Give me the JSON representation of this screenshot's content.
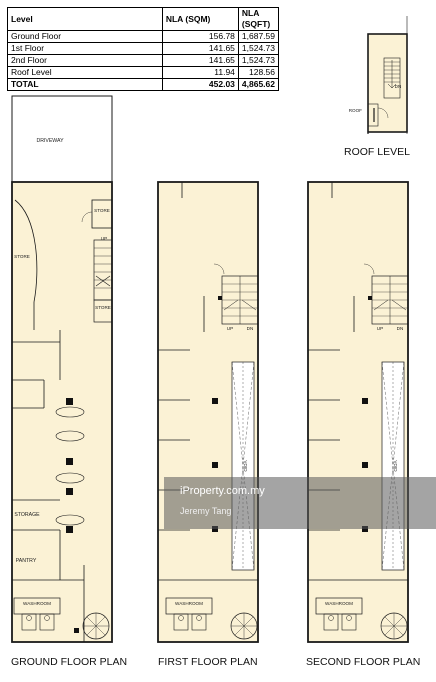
{
  "table": {
    "headers": [
      "Level",
      "NLA (SQM)",
      "NLA (SQFT)"
    ],
    "rows": [
      {
        "level": "Ground Floor",
        "sqm": "156.78",
        "sqft": "1,687.59"
      },
      {
        "level": "1st Floor",
        "sqm": "141.65",
        "sqft": "1,524.73"
      },
      {
        "level": "2nd Floor",
        "sqm": "141.65",
        "sqft": "1,524.73"
      },
      {
        "level": "Roof Level",
        "sqm": "11.94",
        "sqft": "128.56"
      }
    ],
    "total": {
      "level": "TOTAL",
      "sqm": "452.03",
      "sqft": "4,865.62"
    }
  },
  "plans": {
    "ground": "GROUND FLOOR PLAN",
    "first": "FIRST FLOOR PLAN",
    "second": "SECOND FLOOR PLAN",
    "roof": "ROOF LEVEL"
  },
  "rooms": {
    "driveway": "DRIVEWAY",
    "store": "STORE",
    "storage": "STORAGE",
    "pantry": "PANTRY",
    "washroom": "WASHROOM",
    "roof": "ROOF",
    "up": "UP",
    "dn": "DN",
    "void": "VOID"
  },
  "watermark": {
    "brand": "iProperty.com.my",
    "user": "Jeremy Tang"
  },
  "colors": {
    "floor_fill": "#fbf2d5",
    "wall": "#1a1a1a",
    "column": "#111111"
  }
}
